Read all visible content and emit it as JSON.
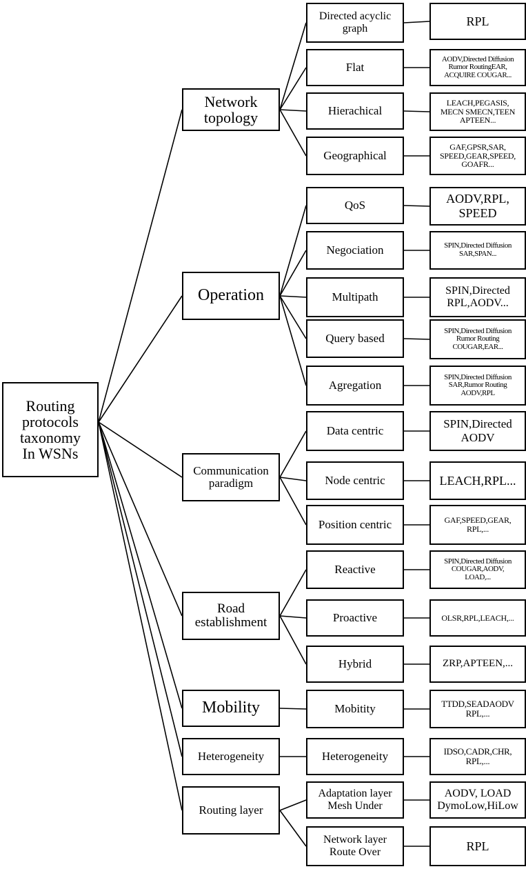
{
  "root": {
    "label": "Routing\nprotocols\ntaxonomy\nIn WSNs"
  },
  "criteria": [
    {
      "label": "Network\ntopology",
      "classes": [
        {
          "label": "Directed acyclic\ngraph",
          "protocols": "RPL"
        },
        {
          "label": "Flat",
          "protocols": "AODV,Directed Diffusion\nRumor RoutingEAR,\nACQUIRE COUGAR..."
        },
        {
          "label": "Hierachical",
          "protocols": "LEACH,PEGASIS,\nMECN SMECN,TEEN\nAPTEEN..."
        },
        {
          "label": "Geographical",
          "protocols": "GAF,GPSR,SAR,\nSPEED,GEAR,SPEED,\nGOAFR..."
        }
      ]
    },
    {
      "label": "Operation",
      "classes": [
        {
          "label": "QoS",
          "protocols": "AODV,RPL,\nSPEED"
        },
        {
          "label": "Negociation",
          "protocols": "SPIN,Directed Diffusion\nSAR,SPAN..."
        },
        {
          "label": "Multipath",
          "protocols": "SPIN,Directed\nRPL,AODV..."
        },
        {
          "label": "Query based",
          "protocols": "SPIN,Directed Diffusion\nRumor Routing\nCOUGAR,EAR..."
        },
        {
          "label": "Agregation",
          "protocols": "SPIN,Directed Diffusion\nSAR,Rumor Routing\nAODV,RPL"
        }
      ]
    },
    {
      "label": "Communication\nparadigm",
      "classes": [
        {
          "label": "Data centric",
          "protocols": "SPIN,Directed\nAODV"
        },
        {
          "label": "Node centric",
          "protocols": "LEACH,RPL..."
        },
        {
          "label": "Position centric",
          "protocols": "GAF,SPEED,GEAR,\nRPL,..."
        }
      ]
    },
    {
      "label": "Road\nestablishment",
      "classes": [
        {
          "label": "Reactive",
          "protocols": "SPIN,Directed Diffusion\nCOUGAR,AODV,\nLOAD,..."
        },
        {
          "label": "Proactive",
          "protocols": "OLSR,RPL,LEACH,..."
        },
        {
          "label": "Hybrid",
          "protocols": "ZRP,APTEEN,..."
        }
      ]
    },
    {
      "label": "Mobility",
      "classes": [
        {
          "label": "Mobitity",
          "protocols": "TTDD,SEADAODV\nRPL,..."
        }
      ]
    },
    {
      "label": "Heterogeneity",
      "classes": [
        {
          "label": "Heterogeneity",
          "protocols": "IDSO,CADR,CHR,\nRPL,..."
        }
      ]
    },
    {
      "label": "Routing layer",
      "classes": [
        {
          "label": "Adaptation layer\nMesh Under",
          "protocols": "AODV, LOAD\nDymoLow,HiLow"
        },
        {
          "label": "Network layer\nRoute Over",
          "protocols": "RPL"
        }
      ]
    }
  ]
}
